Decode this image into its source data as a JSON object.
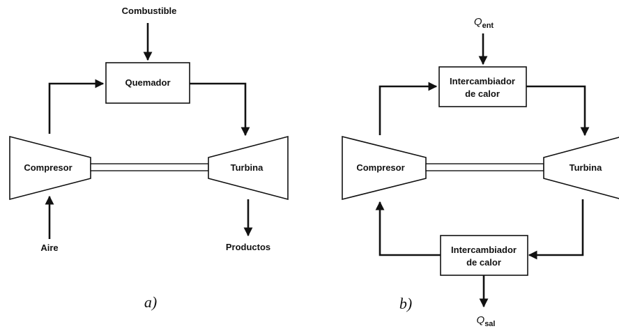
{
  "diagram_a": {
    "fuel_label": "Combustible",
    "burner_label": "Quemador",
    "compressor_label": "Compresor",
    "turbine_label": "Turbina",
    "air_label": "Aire",
    "products_label": "Productos",
    "caption": "a)"
  },
  "diagram_b": {
    "q_in_symbol": "Q",
    "q_in_subscript": "ent",
    "hx_top_line1": "Intercambiador",
    "hx_top_line2": "de calor",
    "compressor_label": "Compresor",
    "turbine_label": "Turbina",
    "hx_bottom_line1": "Intercambiador",
    "hx_bottom_line2": "de calor",
    "q_out_symbol": "Q",
    "q_out_subscript": "sal",
    "caption": "b)"
  }
}
